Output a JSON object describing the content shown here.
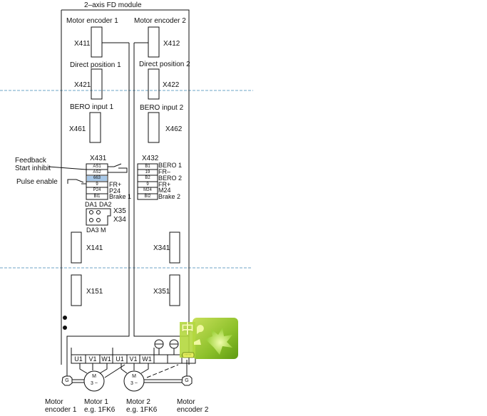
{
  "title": "2–axis FD module",
  "colors": {
    "line": "#111111",
    "dashed_guide": "#9ec3da",
    "pin_highlight": "#a8c8e8",
    "badge_green_light": "#c8e05a",
    "badge_green_dark": "#5e9a12"
  },
  "axis1": {
    "encoder_label": "Motor encoder 1",
    "encoder_connector": "X411",
    "direct_label": "Direct position 1",
    "direct_connector": "X421",
    "bero_label": "BERO input 1",
    "bero_connector": "X461",
    "terminal_connector": "X431",
    "terminal_pins": [
      "AS1",
      "AS2",
      "663",
      "9",
      "P24",
      "BI1"
    ],
    "terminal_notes": [
      "",
      "",
      "",
      "FR+",
      "P24",
      "Brake 1"
    ],
    "side_labels": {
      "feedback": "Feedback",
      "start_inhibit": "Start inhibit",
      "pulse_enable": "Pulse enable"
    },
    "x141": "X141",
    "x151": "X151"
  },
  "axis2": {
    "encoder_label": "Motor encoder 2",
    "encoder_connector": "X412",
    "direct_label": "Direct position 2",
    "direct_connector": "X422",
    "bero_label": "BERO input 2",
    "bero_connector": "X462",
    "terminal_connector": "X432",
    "terminal_pins": [
      "B1",
      "19",
      "B2",
      "9",
      "M24",
      "BI2"
    ],
    "terminal_notes": [
      "BERO 1",
      "FR–",
      "BERO 2",
      "FR+",
      "M24",
      "Brake 2"
    ],
    "x341": "X341",
    "x351": "X351"
  },
  "analog": {
    "da_top": "DA1 DA2",
    "x35": "X35",
    "x34": "X34",
    "da_bottom": "DA3 M"
  },
  "power_terminals": [
    "U1",
    "V1",
    "W1",
    "U1",
    "V1",
    "W1"
  ],
  "motor_symbol": {
    "m": "M",
    "phase": "3 ~"
  },
  "encoder_symbol": "G",
  "bottom_labels": {
    "enc1": [
      "Motor",
      "encoder 1"
    ],
    "motor1": [
      "Motor 1",
      "e.g. 1FK6"
    ],
    "motor2": [
      "Motor 2",
      "e.g. 1FK6"
    ],
    "enc2": [
      "Motor",
      "encoder 2"
    ]
  },
  "badge": {
    "glyph": "中"
  }
}
